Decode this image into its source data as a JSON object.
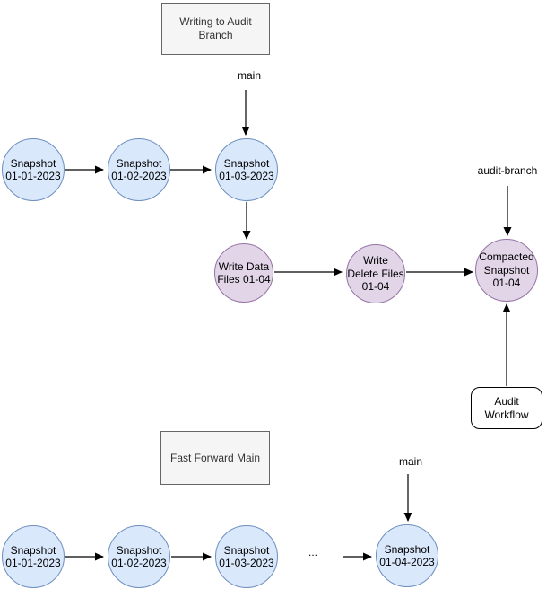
{
  "diagram": {
    "colors": {
      "snapshot_fill": "#dae8fc",
      "snapshot_stroke": "#6c8ebf",
      "write_fill": "#e1d5e7",
      "write_stroke": "#9673a6",
      "title_box_fill": "#f5f5f5",
      "title_box_stroke": "#666666",
      "title_box_text": "#333333",
      "arrow": "#000000"
    },
    "top_section": {
      "title": "Writing to Audit\nBranch",
      "main_label": "main",
      "audit_branch_label": "audit-branch",
      "snapshots": [
        {
          "label": "Snapshot\n01-01-2023"
        },
        {
          "label": "Snapshot\n01-02-2023"
        },
        {
          "label": "Snapshot\n01-03-2023"
        }
      ],
      "write_data_files": "Write Data\nFiles 01-04",
      "write_delete_files": "Write\nDelete Files\n01-04",
      "compacted_snapshot": "Compacted\nSnapshot\n01-04",
      "audit_workflow": "Audit\nWorkflow"
    },
    "bottom_section": {
      "title": "Fast Forward Main",
      "main_label": "main",
      "ellipsis": "...",
      "snapshots": [
        {
          "label": "Snapshot\n01-01-2023"
        },
        {
          "label": "Snapshot\n01-02-2023"
        },
        {
          "label": "Snapshot\n01-03-2023"
        },
        {
          "label": "Snapshot\n01-04-2023"
        }
      ]
    }
  }
}
